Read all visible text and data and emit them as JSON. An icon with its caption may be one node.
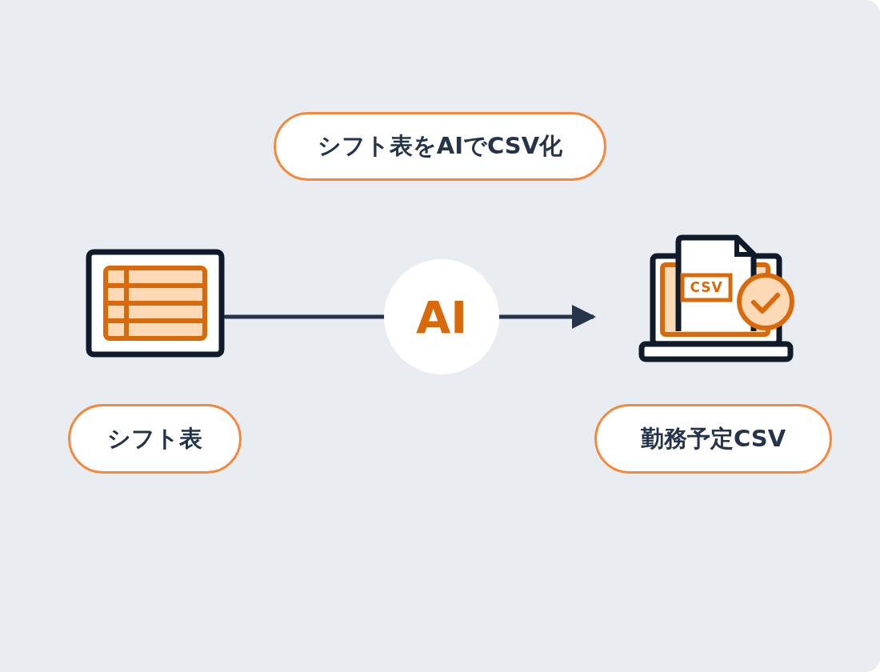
{
  "diagram": {
    "nodes": [
      {
        "text": [
          "シフト表をAIでCSV化"
        ]
      },
      {
        "text": [],
        "shape": "picture"
      },
      {
        "text": [
          "AI"
        ]
      },
      {
        "text": [],
        "shape": "picture"
      },
      {
        "text": [
          "シフト表"
        ]
      },
      {
        "text": [
          "勤務予定CSV"
        ]
      }
    ],
    "edges": [
      {
        "from": 1,
        "to": 2,
        "arrow": "none"
      },
      {
        "from": 2,
        "to": 3,
        "arrow": "to"
      }
    ],
    "labels": [
      "CSV"
    ]
  }
}
